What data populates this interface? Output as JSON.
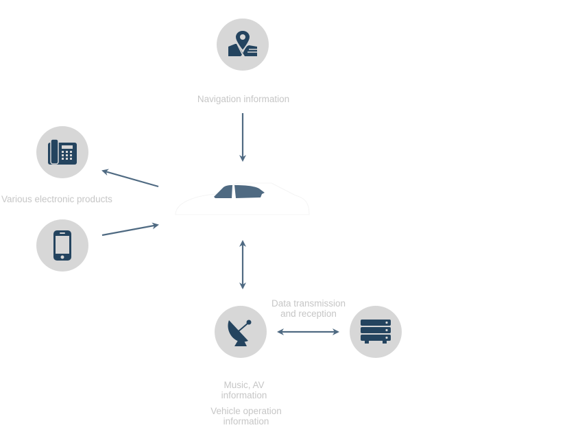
{
  "colors": {
    "circle_bg": "#d7d7d7",
    "icon_fill": "#24445f",
    "arrow": "#4f6a82",
    "label_text": "#c6c6c6",
    "car_window": "#4f6a82"
  },
  "nodes": {
    "navigation": {
      "icon": "map-pin-icon",
      "label": "Navigation information"
    },
    "phone_desk": {
      "icon": "desk-phone-icon"
    },
    "smartphone": {
      "icon": "smartphone-icon"
    },
    "electronics": {
      "label": "Various electronic products"
    },
    "car": {
      "icon": "car-icon"
    },
    "satellite": {
      "icon": "satellite-dish-icon"
    },
    "server": {
      "icon": "server-icon"
    },
    "data_transfer": {
      "label_line1": "Data transmission",
      "label_line2": "and reception"
    },
    "music": {
      "label_line1": "Music, AV",
      "label_line2": "information"
    },
    "vehicle": {
      "label_line1": "Vehicle operation",
      "label_line2": "information"
    }
  },
  "arrows": [
    {
      "from": "navigation",
      "to": "car",
      "type": "one-way"
    },
    {
      "from": "car",
      "to": "phone_desk",
      "type": "one-way"
    },
    {
      "from": "smartphone",
      "to": "car",
      "type": "one-way"
    },
    {
      "from": "car",
      "to": "satellite",
      "type": "two-way"
    },
    {
      "from": "satellite",
      "to": "server",
      "type": "two-way"
    }
  ]
}
